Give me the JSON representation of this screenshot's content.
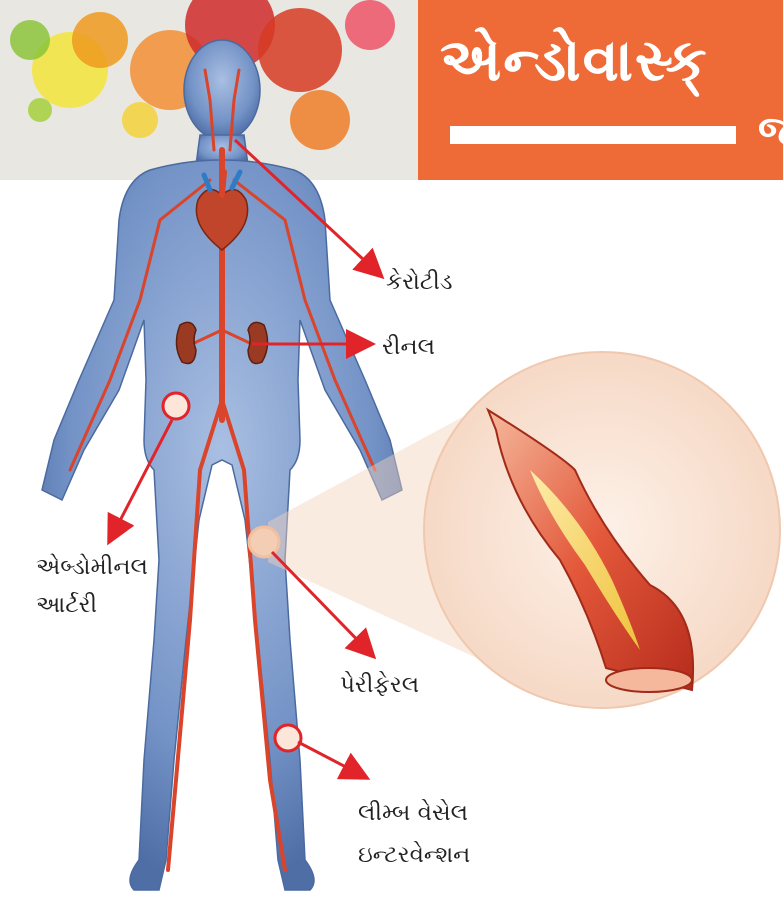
{
  "header": {
    "title": "એન્ડોવાસ્ક્",
    "subtitle": "જ"
  },
  "labels": {
    "carotid": "કેરોટીડ",
    "renal": "રીનલ",
    "abdominal_line1": "એબ્ડોમીનલ",
    "abdominal_line2": "આર્ટરી",
    "peripheral": "પેરીફેરલ",
    "limb_line1": "લીમ્બ વેસેલ",
    "limb_line2": "ઇન્ટરવેન્શન"
  },
  "colors": {
    "banner": "#ee6a36",
    "arrow": "#e0242a",
    "body": "#6f8fc4",
    "vessel": "#d9442b"
  }
}
